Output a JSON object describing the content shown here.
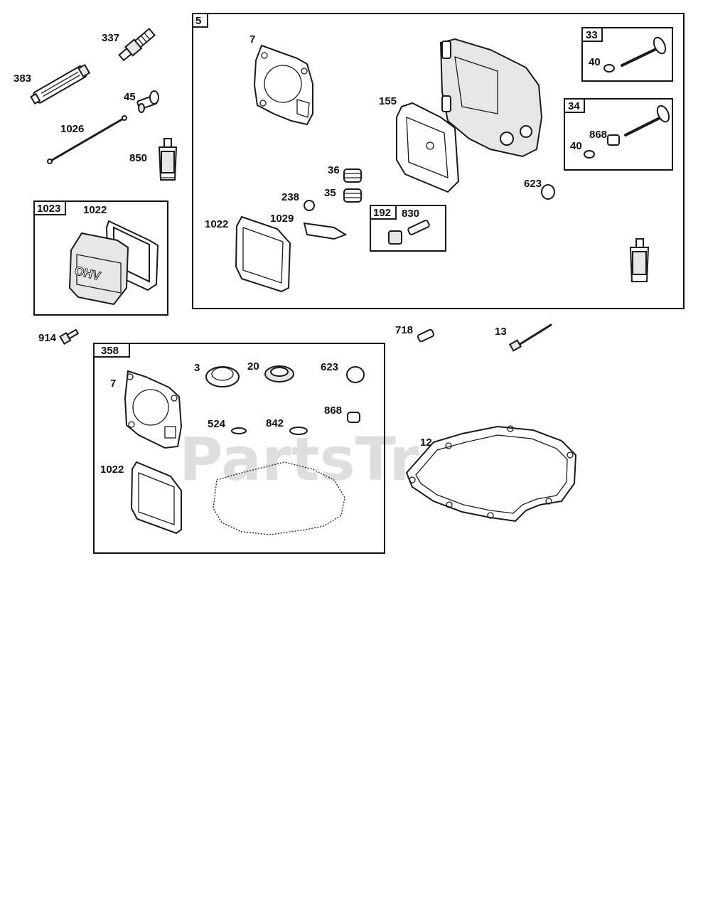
{
  "watermark": "PartsTree",
  "groups": {
    "g5": "5",
    "g33": "33",
    "g34": "34",
    "g192": "192",
    "g1023": "1023",
    "g358": "358"
  },
  "labels": {
    "p337": "337",
    "p383": "383",
    "p45": "45",
    "p1026": "1026",
    "p850": "850",
    "p1023_1022": "1022",
    "p914": "914",
    "p5_7": "7",
    "p155": "155",
    "p33_40": "40",
    "p34_868": "868",
    "p34_40": "40",
    "p36": "36",
    "p35": "35",
    "p238": "238",
    "p1029": "1029",
    "p5_1022": "1022",
    "p830": "830",
    "p5_623": "623",
    "p718": "718",
    "p13": "13",
    "p358_7": "7",
    "p3": "3",
    "p20": "20",
    "p358_623": "623",
    "p868": "868",
    "p524": "524",
    "p842": "842",
    "p358_1022": "1022",
    "p12": "12"
  },
  "decals": {
    "cover_text": "OHV"
  }
}
